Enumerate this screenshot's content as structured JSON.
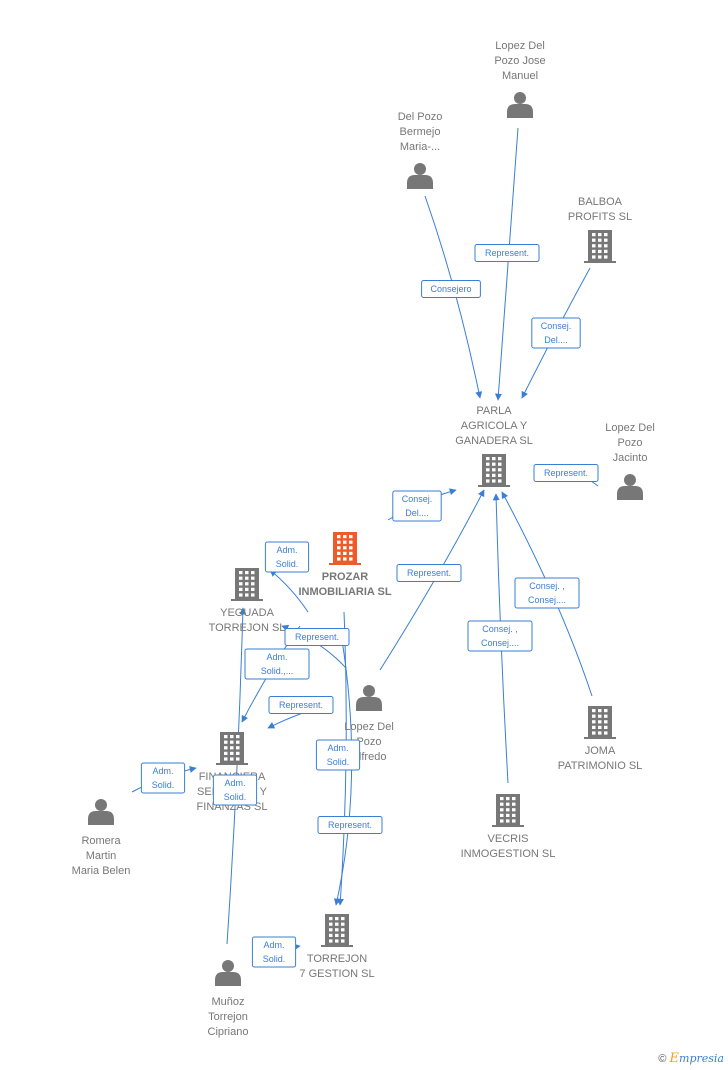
{
  "colors": {
    "edge": "#3a7fd5",
    "node": "#777777",
    "main": "#f05a28"
  },
  "nodes": [
    {
      "id": "lopez_jose",
      "type": "person",
      "lines": [
        "Lopez Del",
        "Pozo Jose",
        "Manuel"
      ]
    },
    {
      "id": "del_pozo_maria",
      "type": "person",
      "lines": [
        "Del Pozo",
        "Bermejo",
        "Maria-..."
      ]
    },
    {
      "id": "balboa",
      "type": "company",
      "lines": [
        "BALBOA",
        "PROFITS SL"
      ]
    },
    {
      "id": "parla",
      "type": "company",
      "lines": [
        "PARLA",
        "AGRICOLA Y",
        "GANADERA SL"
      ]
    },
    {
      "id": "lopez_jacinto",
      "type": "person",
      "lines": [
        "Lopez Del",
        "Pozo",
        "Jacinto"
      ]
    },
    {
      "id": "prozar",
      "type": "company-main",
      "lines": [
        "PROZAR",
        "INMOBILIARIA SL"
      ]
    },
    {
      "id": "yeguada",
      "type": "company",
      "lines": [
        "YEGUADA",
        "TORREJON SL"
      ]
    },
    {
      "id": "lopez_alfredo",
      "type": "person",
      "lines": [
        "Lopez Del",
        "Pozo",
        "Alfredo"
      ]
    },
    {
      "id": "joma",
      "type": "company",
      "lines": [
        "JOMA",
        "PATRIMONIO SL"
      ]
    },
    {
      "id": "financiera",
      "type": "company",
      "lines": [
        "FINANCIERA",
        "SERVICIOS Y",
        "FINANZAS SL"
      ]
    },
    {
      "id": "romera",
      "type": "person",
      "lines": [
        "Romera",
        "Martin",
        "Maria Belen"
      ]
    },
    {
      "id": "vecris",
      "type": "company",
      "lines": [
        "VECRIS",
        "INMOGESTION SL"
      ]
    },
    {
      "id": "torrejon7",
      "type": "company",
      "lines": [
        "TORREJON",
        "7 GESTION SL"
      ]
    },
    {
      "id": "munoz",
      "type": "person",
      "lines": [
        "Muñoz",
        "Torrejon",
        "Cipriano"
      ]
    }
  ],
  "edges": [
    {
      "from": "lopez_jose",
      "to": "parla",
      "label": [
        "Represent."
      ]
    },
    {
      "from": "del_pozo_maria",
      "to": "parla",
      "label": [
        "Consejero"
      ]
    },
    {
      "from": "balboa",
      "to": "parla",
      "label": [
        "Consej.",
        "Del...."
      ]
    },
    {
      "from": "lopez_jacinto",
      "to": "parla",
      "label": [
        "Represent."
      ]
    },
    {
      "from": "prozar",
      "to": "parla",
      "label": [
        "Consej.",
        "Del...."
      ]
    },
    {
      "from": "lopez_alfredo",
      "to": "parla",
      "label": [
        "Represent."
      ]
    },
    {
      "from": "joma",
      "to": "parla",
      "label": [
        "Consej. ,",
        "Consej...."
      ]
    },
    {
      "from": "vecris",
      "to": "parla",
      "label": [
        "Consej. ,",
        "Consej...."
      ]
    },
    {
      "from": "prozar",
      "to": "yeguada",
      "label": [
        "Adm.",
        "Solid."
      ]
    },
    {
      "from": "lopez_alfredo",
      "to": "yeguada",
      "label": [
        "Represent."
      ]
    },
    {
      "from": "prozar",
      "to": "financiera",
      "label": [
        "Adm.",
        "Solid.,..."
      ]
    },
    {
      "from": "lopez_alfredo",
      "to": "financiera",
      "label": [
        "Represent."
      ]
    },
    {
      "from": "romera",
      "to": "financiera",
      "label": [
        "Adm.",
        "Solid."
      ]
    },
    {
      "from": "munoz",
      "to": "yeguada",
      "label": [
        "Adm.",
        "Solid."
      ]
    },
    {
      "from": "prozar",
      "to": "torrejon7",
      "label": [
        "Adm.",
        "Solid."
      ]
    },
    {
      "from": "lopez_alfredo",
      "to": "torrejon7",
      "label": [
        "Represent."
      ]
    },
    {
      "from": "munoz",
      "to": "torrejon7",
      "label": [
        "Adm.",
        "Solid."
      ]
    }
  ],
  "brand": {
    "copyright": "©",
    "initial": "E",
    "name": "mpresia"
  }
}
